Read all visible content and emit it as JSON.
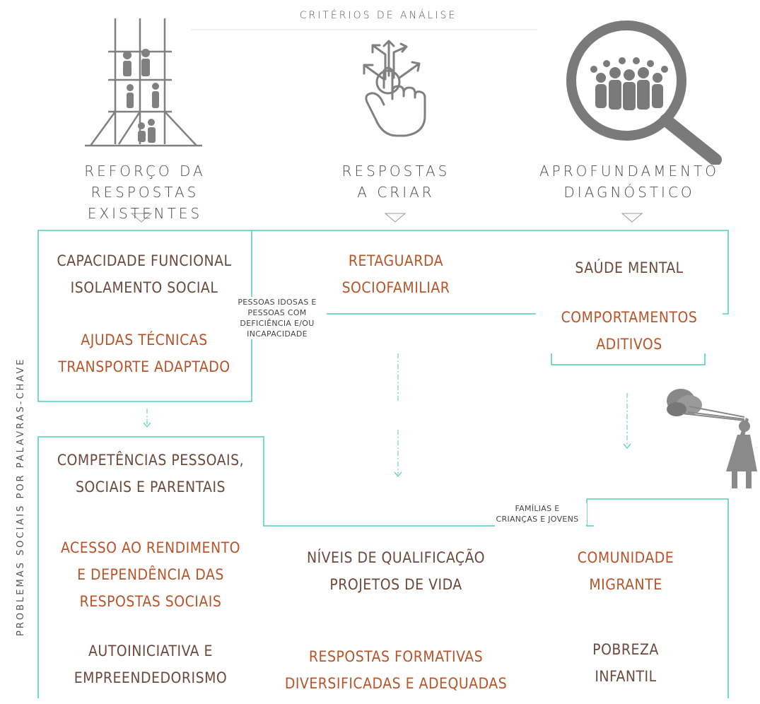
{
  "header": {
    "title": "CRITÉRIOS DE ANÁLISE"
  },
  "criteria": [
    {
      "label": "REFORÇO DA\nRESPOSTAS EXISTENTES",
      "icon": "scaffold-people-icon"
    },
    {
      "label": "RESPOSTAS\nA CRIAR",
      "icon": "touch-arrows-icon"
    },
    {
      "label": "APROFUNDAMENTO\nDIAGNÓSTICO",
      "icon": "magnifier-crowd-icon"
    }
  ],
  "side_label": "PROBLEMAS SOCIAIS POR PALAVRAS-CHAVE",
  "groups": {
    "elderly": "PESSOAS IDOSAS E\nPESSOAS COM\nDEFICIÊNCIA E/OU\nINCAPACIDADE",
    "families": "FAMÍLIAS E\nCRIANÇAS E JOVENS"
  },
  "keywords": {
    "capacidade": "CAPACIDADE FUNCIONAL\nISOLAMENTO SOCIAL",
    "ajudas": "AJUDAS TÉCNICAS\nTRANSPORTE ADAPTADO",
    "retaguarda": "RETAGUARDA\nSOCIOFAMILIAR",
    "saude": "SAÚDE MENTAL",
    "comportamentos": "COMPORTAMENTOS\nADITIVOS",
    "competencias": "COMPETÊNCIAS PESSOAIS,\nSOCIAIS E PARENTAIS",
    "acesso": "ACESSO AO RENDIMENTO\nE DEPENDÊNCIA DAS\nRESPOSTAS SOCIAIS",
    "niveis": "NÍVEIS DE QUALIFICAÇÃO\nPROJETOS DE VIDA",
    "comunidade": "COMUNIDADE\nMIGRANTE",
    "autoiniciativa": "AUTOINICIATIVA E\nEMPREENDEDORISMO",
    "respostas_formativas": "RESPOSTAS FORMATIVAS\nDIVERSIFICADAS E ADEQUADAS",
    "pobreza": "POBREZA\nINFANTIL"
  },
  "colors": {
    "teal": "#4ecdb6",
    "brown": "#6b4a3d",
    "orange": "#b8542a",
    "icon_grey": "#7a7a7a"
  }
}
